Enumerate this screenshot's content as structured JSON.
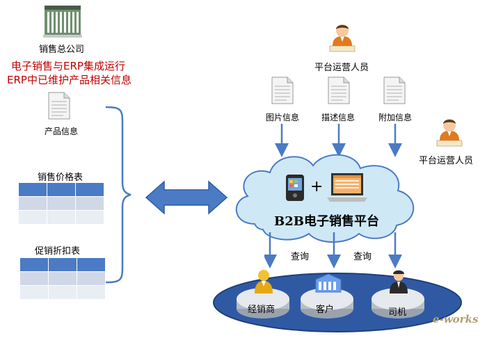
{
  "headquarters": {
    "label": "销售总公司"
  },
  "notes": {
    "line1": "电子销售与ERP集成运行",
    "line2": "ERP中已维护产品相关信息"
  },
  "product_doc": {
    "label": "产品信息"
  },
  "price_table": {
    "label": "销售价格表"
  },
  "discount_table": {
    "label": "促销折扣表"
  },
  "operator_top": {
    "label": "平台运营人员"
  },
  "operator_right": {
    "label": "平台运营人员"
  },
  "docs": [
    {
      "label": "图片信息"
    },
    {
      "label": "描述信息"
    },
    {
      "label": "附加信息"
    }
  ],
  "platform": {
    "title": "B2B电子销售平台",
    "plus": "+"
  },
  "queries": [
    {
      "label": "查询"
    },
    {
      "label": "查询"
    }
  ],
  "customers": [
    {
      "label": "经销商"
    },
    {
      "label": "客户"
    },
    {
      "label": "司机"
    }
  ],
  "watermark": {
    "text": "e-works"
  },
  "colors": {
    "accent_blue": "#4a7bc4",
    "note_red": "#c00000",
    "cloud": "#cfe8f6",
    "oval": "#2f5aa3"
  }
}
